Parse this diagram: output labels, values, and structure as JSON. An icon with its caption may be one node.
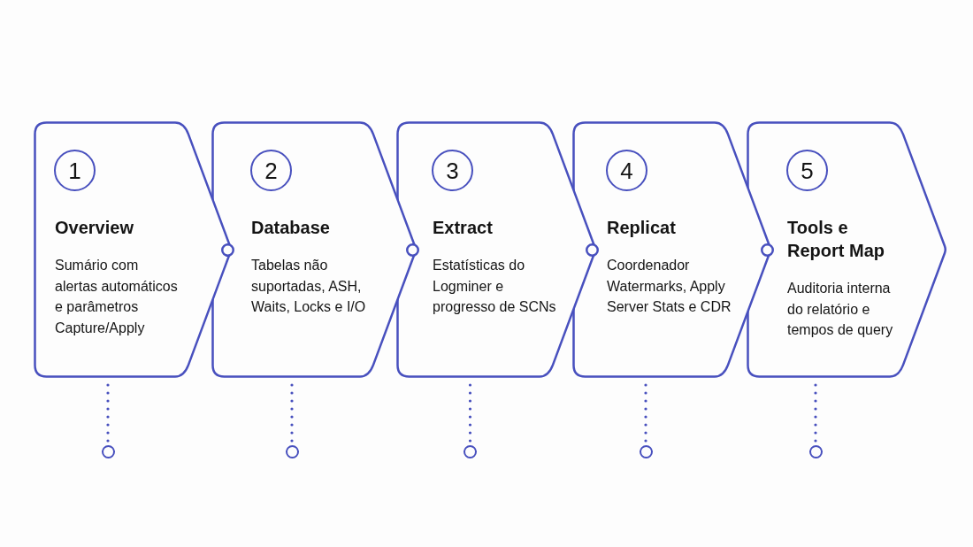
{
  "diagram": {
    "nodes": [
      {
        "text": [
          "Overview",
          "Sumário com alertas automáticos e parâmetros Capture/Apply"
        ]
      },
      {
        "text": [
          "1"
        ],
        "in": 0
      },
      {
        "text": [
          "Database",
          "Tabelas não suportadas, ASH, Waits, Locks e I/O"
        ]
      },
      {
        "text": [
          "2"
        ],
        "in": 2
      },
      {
        "text": [
          "Extract",
          "Estatísticas do Logminer e progresso de SCNs"
        ]
      },
      {
        "text": [
          "3"
        ],
        "in": 4
      },
      {
        "text": [
          "Replicat",
          "Coordenador Watermarks, Apply Server Stats e CDR"
        ]
      },
      {
        "text": [
          "4"
        ],
        "in": 6
      },
      {
        "text": [
          "Tools e Report Map",
          "Auditoria interna do relatório e tempos de query"
        ]
      },
      {
        "text": [
          "5"
        ],
        "in": 8
      },
      {
        "text": [],
        "shape": "circle"
      },
      {
        "text": [],
        "shape": "circle"
      },
      {
        "text": [],
        "shape": "circle"
      },
      {
        "text": [],
        "shape": "circle"
      },
      {
        "text": [],
        "shape": "circle"
      }
    ],
    "edges": [
      {
        "from": 0,
        "to": 10,
        "arrow": "none",
        "style": "dashed"
      },
      {
        "from": 2,
        "to": 11,
        "arrow": "none",
        "style": "dashed"
      },
      {
        "from": 4,
        "to": 12,
        "arrow": "none",
        "style": "dashed"
      },
      {
        "from": 6,
        "to": 13,
        "arrow": "none",
        "style": "dashed"
      },
      {
        "from": 8,
        "to": 14,
        "arrow": "none",
        "style": "dashed"
      }
    ]
  }
}
